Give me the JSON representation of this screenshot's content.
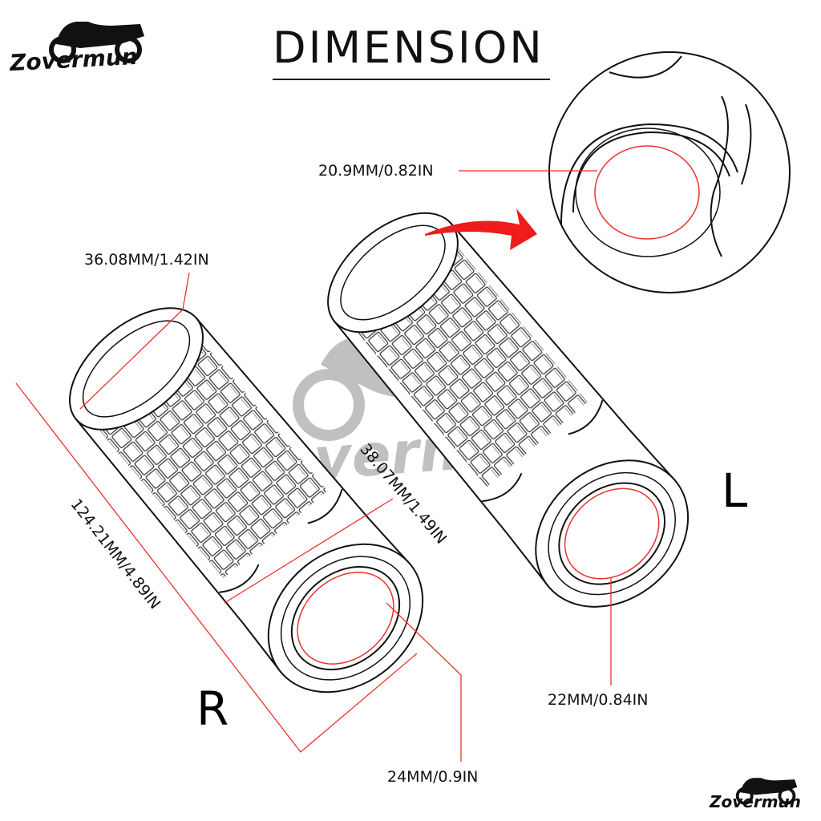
{
  "title": "DIMENSION",
  "brand": "Zovermun",
  "labels": {
    "outer_top": "36.08MM/1.42IN",
    "length": "124.21MM/4.89IN",
    "outer_end": "38.07MM/1.49IN",
    "inner_right": "24MM/0.9IN",
    "inner_left": "22MM/0.84IN",
    "inner_detail": "20.9MM/0.82IN"
  },
  "sides": {
    "right": "R",
    "left": "L"
  },
  "colors": {
    "dimension_line": "#e8322e",
    "arrow": "#ee1c1c",
    "outline": "#111111",
    "watermark": "#9a9a9a"
  }
}
